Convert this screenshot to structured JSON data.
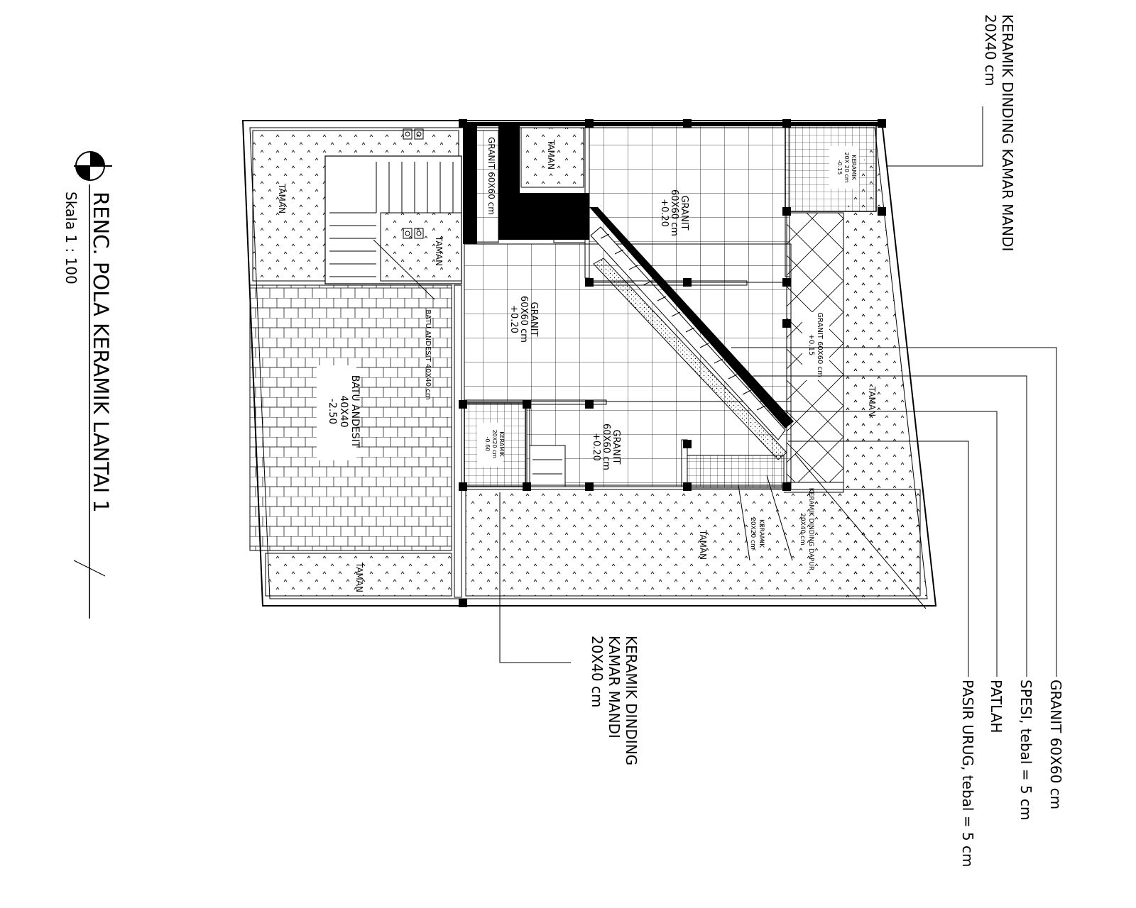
{
  "title": {
    "main": "RENC. POLA KERAMIK LANTAI 1",
    "scale": "Skala 1 : 100"
  },
  "rooms": {
    "taman_left_top": "TAMAN",
    "taman_small": "TAMAN",
    "taman_upper": "TAMAN",
    "taman_right": "TAMAN",
    "taman_lower": "TAMAN",
    "taman_bottom": "TAMAN",
    "granit_strip": "GRANIT 60X60 cm",
    "granit_main_title": "GRANIT",
    "granit_main_size": "60X60 cm",
    "granit_main_level": "+0.20",
    "granit_top_title": "GRANIT",
    "granit_top_size": "60X60 cm",
    "granit_top_level": "+0.20",
    "granit_mid_title": "GRANIT",
    "granit_mid_size": "60X60 cm",
    "granit_mid_level": "+0.20",
    "granit_right_line1": "GRANIT 60X60 cm",
    "granit_right_line2": "+0.15",
    "keramik_tr_title": "KERAMIK",
    "keramik_tr_size": "20X 20 cm",
    "keramik_tr_level": "-0.15",
    "keramik_bl_title": "KERAMIK",
    "keramik_bl_size": "20X20 cm",
    "keramik_bl_level": "-0.60",
    "keramik_br_title": "KERAMIK",
    "keramik_br_size": "20X20 cm",
    "dapur_line1": "KERAMIK DINDING DAPUR",
    "dapur_line2": "20X40 cm",
    "andesit_note": "BATU ANDESIT 40X40 cm",
    "andesit_title": "BATU ANDESIT",
    "andesit_size": "40X40",
    "andesit_level": "-2.50"
  },
  "callouts": {
    "top_right_line1": "KERAMIK DINDING KAMAR MANDI",
    "top_right_line2": "20X40 cm",
    "bottom_line1": "KERAMIK DINDING",
    "bottom_line2": "KAMAR MANDI",
    "bottom_line3": "20X40 cm",
    "section_granit": "GRANIT 60X60 cm",
    "section_spesi": "SPESI, tebal = 5 cm",
    "section_patlah": "PATLAH",
    "section_pasir": "PASIR URUG, tebal = 5 cm"
  },
  "colors": {
    "ink": "#000000",
    "paper": "#ffffff"
  }
}
